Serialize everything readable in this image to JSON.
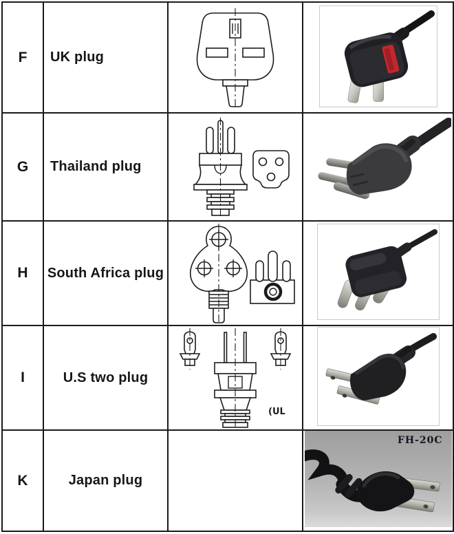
{
  "document": {
    "rows": [
      {
        "code": "F",
        "name": "UK plug",
        "drawing_icon": "uk-plug-line-drawing",
        "photo_icon": "uk-plug-photo"
      },
      {
        "code": "G",
        "name": "Thailand plug",
        "drawing_icon": "thailand-plug-line-drawing",
        "photo_icon": "thailand-plug-photo"
      },
      {
        "code": "H",
        "name": "South Africa plug",
        "drawing_icon": "south-africa-plug-line-drawing",
        "photo_icon": "south-africa-plug-photo"
      },
      {
        "code": "I",
        "name": "U.S two plug",
        "drawing_icon": "us-two-plug-line-drawing",
        "drawing_mark": "(UL",
        "photo_icon": "us-two-plug-photo"
      },
      {
        "code": "K",
        "name": "Japan plug",
        "photo_icon": "japan-plug-photo",
        "photo_label": "FH-20C"
      }
    ]
  },
  "colors": {
    "table_border": "#1a1a1a",
    "line_art": "#1c1c1c",
    "photo_frame": "#c9c9c9",
    "uk_fuse_red": "#c1272d",
    "japan_photo_bg": "#aaaaaa"
  }
}
